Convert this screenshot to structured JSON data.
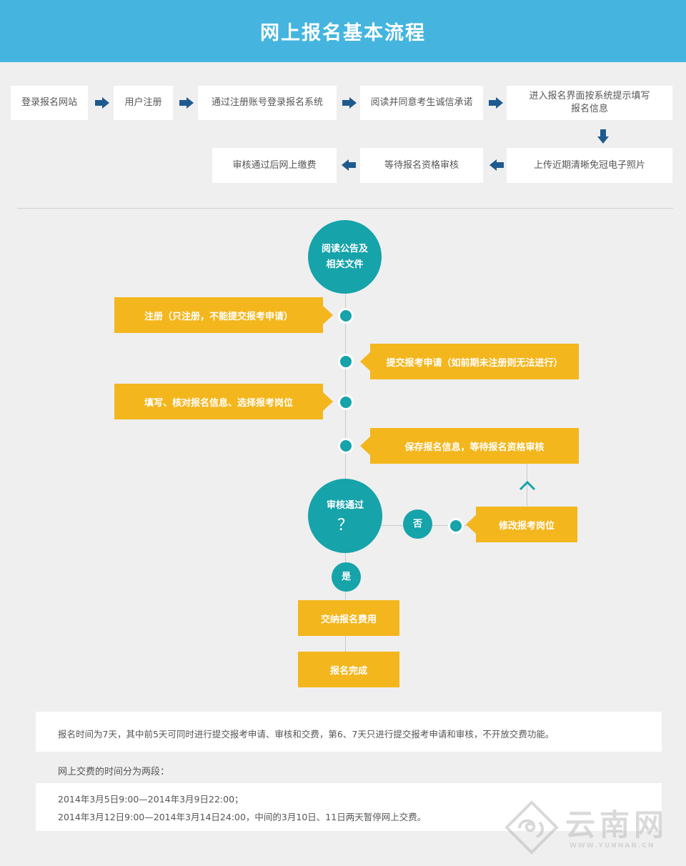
{
  "title": "网上报名基本流程",
  "top_steps": [
    "登录报名网站",
    "用户注册",
    "通过注册账号登录报名系统",
    "阅读并同意考生诚信承诺",
    "进入报名界面按系统提示填写报名信息",
    "上传近期清晰免冠电子照片",
    "等待报名资格审核",
    "审核通过后网上缴费"
  ],
  "flow": {
    "start": "阅读公告及相关文件",
    "step1": "注册（只注册，不能提交报考申请）",
    "step2": "提交报考申请（如前期未注册则无法进行）",
    "step3": "填写、核对报名信息、选择报考岗位",
    "step4": "保存报名信息，等待报名资格审核",
    "decision_label": "审核通过",
    "decision_mark": "？",
    "no_label": "否",
    "modify": "修改报考岗位",
    "yes_label": "是",
    "pay": "交纳报名费用",
    "done": "报名完成"
  },
  "notes": {
    "line1": "报名时间为7天，其中前5天可同时进行提交报考申请、审核和交费，第6、7天只进行提交报考申请和审核，不开放交费功能。",
    "line2": "网上交费的时间分为两段：",
    "line3": "2014年3月5日9:00—2014年3月9日22:00；",
    "line4": "2014年3月12日9:00—2014年3月14日24:00，中间的3月10日、11日两天暂停网上交费。"
  },
  "watermark": {
    "text": "云南网",
    "url": "WWW.YUNNAN.CN"
  },
  "colors": {
    "header": "#45b5e0",
    "arrow": "#1f5a8e",
    "teal": "#16a3aa",
    "yellow": "#f3b61d"
  }
}
